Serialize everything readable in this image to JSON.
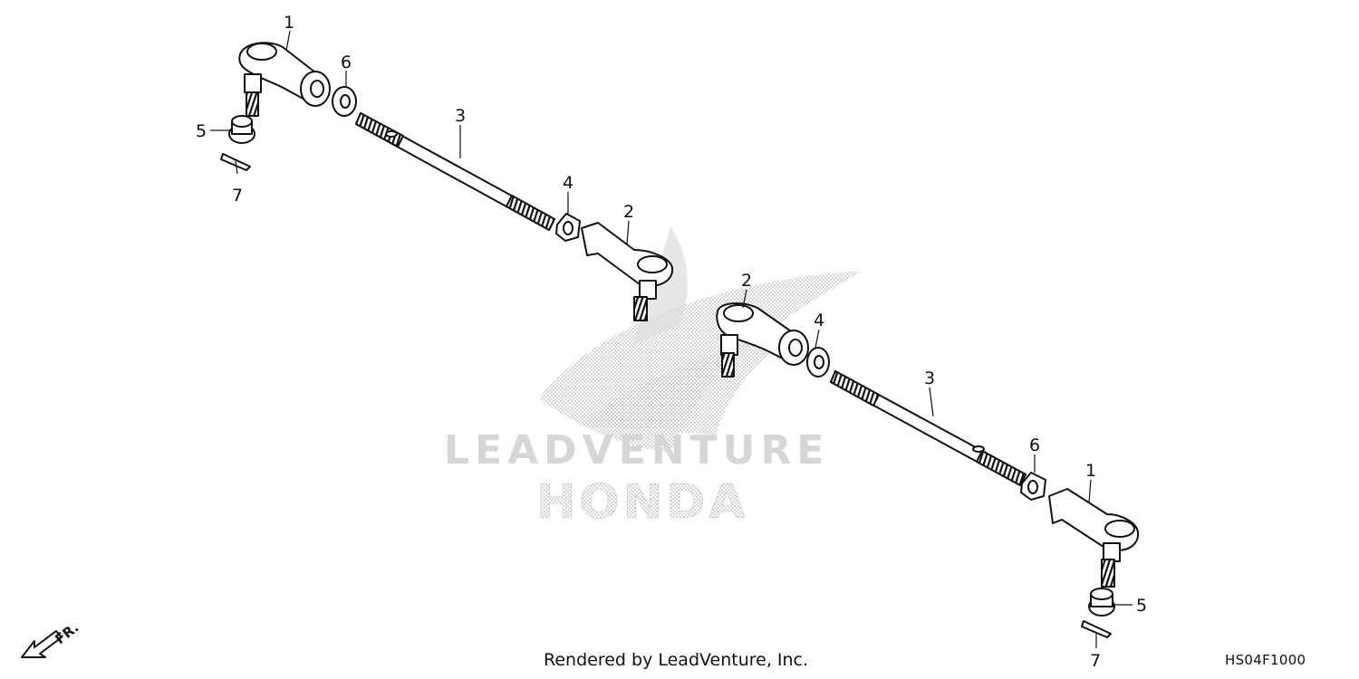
{
  "footer": {
    "render_credit": "Rendered by LeadVenture, Inc.",
    "diagram_code": "HS04F1000"
  },
  "watermark": {
    "brand_text": "LEADVENTURE",
    "maker_text": "HONDA",
    "color": "#cccccc"
  },
  "orientation": {
    "label": "FR."
  },
  "callouts": {
    "tie_rod_end": "1",
    "tie_rod_end_inner": "2",
    "tie_rod": "3",
    "lock_nut": "4",
    "castle_nut": "5",
    "jam_nut": "6",
    "cotter_pin": "7"
  },
  "colors": {
    "line": "#111111",
    "paper": "#ffffff"
  }
}
